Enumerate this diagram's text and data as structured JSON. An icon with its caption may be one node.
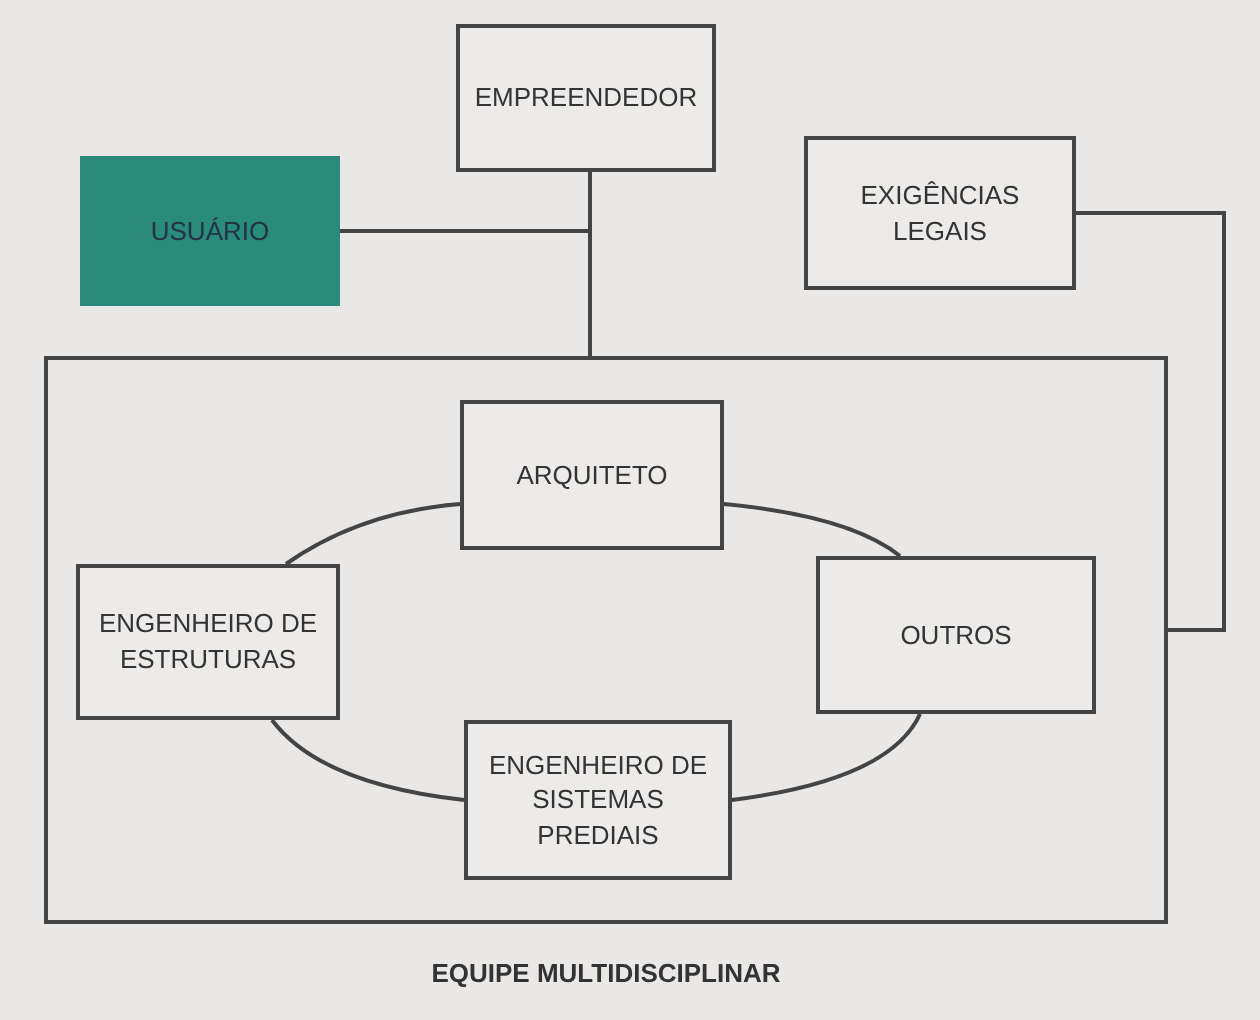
{
  "diagram": {
    "nodes": [
      {
        "text": [
          "EMPREENDEDOR"
        ]
      },
      {
        "text": [
          "USUÁRIO"
        ]
      },
      {
        "text": [
          "EXIGÊNCIAS LEGAIS"
        ]
      },
      {
        "text": [
          "EQUIPE MULTIDISCIPLINAR"
        ]
      },
      {
        "text": [
          "ARQUITETO"
        ],
        "in": 3
      },
      {
        "text": [
          "ENGENHEIRO DE ESTRUTURAS"
        ],
        "in": 3
      },
      {
        "text": [
          "OUTROS"
        ],
        "in": 3
      },
      {
        "text": [
          "ENGENHEIRO DE SISTEMAS PREDIAIS"
        ],
        "in": 3
      }
    ],
    "edges": [
      {
        "from": 1,
        "to": 0,
        "arrow": "none"
      },
      {
        "from": 0,
        "to": 3,
        "arrow": "none"
      },
      {
        "from": 2,
        "to": 3,
        "arrow": "none"
      },
      {
        "from": 4,
        "to": 6,
        "arrow": "none"
      },
      {
        "from": 6,
        "to": 7,
        "arrow": "none"
      },
      {
        "from": 7,
        "to": 5,
        "arrow": "none"
      },
      {
        "from": 5,
        "to": 4,
        "arrow": "none"
      }
    ]
  }
}
